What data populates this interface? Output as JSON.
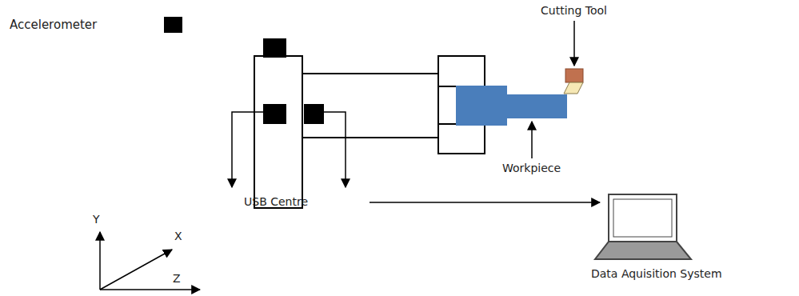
{
  "diagram": {
    "labels": [
      "Cutting Tool",
      "Workpiece",
      "USB Centre",
      "Data Aquisition System",
      "Y",
      "X",
      "Z"
    ],
    "legend": [
      {
        "text": "Accelerometer",
        "color": "#000000"
      }
    ]
  }
}
